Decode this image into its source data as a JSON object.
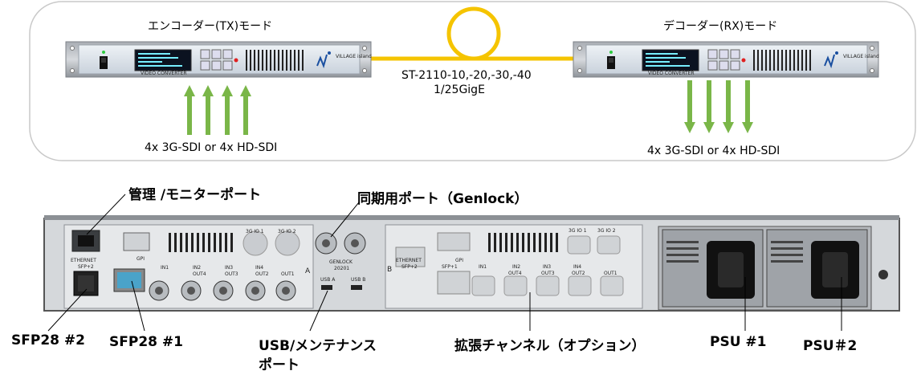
{
  "top": {
    "tx_title": "エンコーダー(TX)モード",
    "rx_title": "デコーダー(RX)モード",
    "link_line1": "ST-2110-10,-20,-30,-40",
    "link_line2": "1/25GigE",
    "tx_inputs": "4x 3G-SDI or 4x HD-SDI",
    "rx_outputs": "4x 3G-SDI or 4x HD-SDI",
    "panel_caption": "VIDEO CONVERTER",
    "brand": "VILLAGE island",
    "arrow_color": "#7ab648",
    "link_color": "#f5c400"
  },
  "rear": {
    "label_mgmt": "管理 /モニターポート",
    "label_genlock": "同期用ポート（Genlock）",
    "label_sfp2": "SFP28 #2",
    "label_sfp1": "SFP28 #1",
    "label_usb_line1": "USB/メンテナンス",
    "label_usb_line2": "ポート",
    "label_expansion": "拡張チャンネル（オプション）",
    "label_psu1": "PSU #1",
    "label_psu2": "PSU＃2",
    "panel": {
      "ethernet": "ETHERNET",
      "sfp2": "SFP+2",
      "sfp1": "SFP+1",
      "gpi": "GPI",
      "in1": "IN1",
      "in2": "IN2",
      "out4": "OUT4",
      "in3": "IN3",
      "out3": "OUT3",
      "in4": "IN4",
      "out2": "OUT2",
      "out1": "OUT1",
      "io1": "3G IO 1",
      "io2": "3G IO 2",
      "section_a": "A",
      "section_b": "B",
      "genlock": "GENLOCK",
      "genlock_num": "20201",
      "usb_a": "USB A",
      "usb_b": "USB B"
    }
  }
}
